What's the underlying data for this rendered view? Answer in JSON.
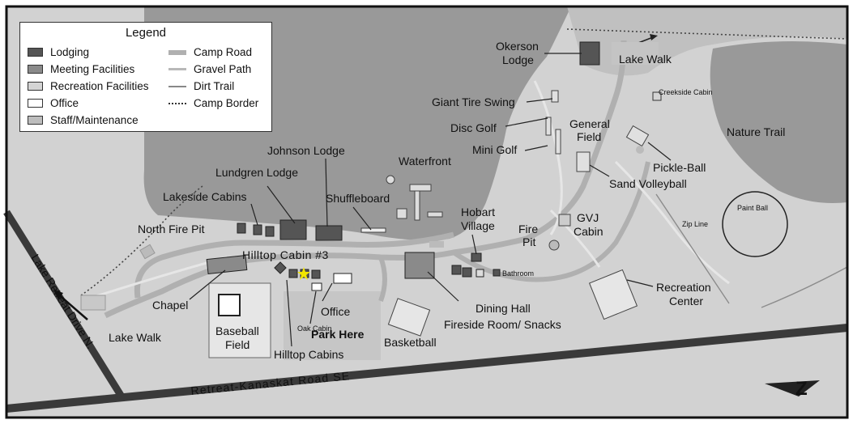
{
  "legend": {
    "title": "Legend",
    "items": [
      {
        "label": "Lodging",
        "color": "#555555"
      },
      {
        "label": "Meeting Facilities",
        "color": "#8a8a8a"
      },
      {
        "label": "Recreation Facilities",
        "color": "#d4d4d4"
      },
      {
        "label": "Office",
        "color": "#ffffff"
      },
      {
        "label": "Staff/Maintenance",
        "color": "#bdbdbd"
      },
      {
        "label": "Camp Road",
        "style": "thick"
      },
      {
        "label": "Gravel Path",
        "style": "medium"
      },
      {
        "label": "Dirt Trail",
        "style": "thin"
      },
      {
        "label": "Camp Border",
        "style": "dotted"
      }
    ]
  },
  "roads": {
    "main": "Retreat-Kanaskat Road SE",
    "side": "Lake Retreat Drive N."
  },
  "labels": {
    "okerson": [
      "Okerson",
      "Lodge"
    ],
    "lake_walk_top": "Lake Walk",
    "creekside": "Creekside Cabin",
    "giant_tire": "Giant Tire Swing",
    "disc_golf": "Disc Golf",
    "mini_golf": "Mini Golf",
    "general_field": [
      "General",
      "Field"
    ],
    "nature_trail": "Nature Trail",
    "pickle_ball": "Pickle-Ball",
    "sand_volleyball": "Sand Volleyball",
    "johnson": "Johnson Lodge",
    "waterfront": "Waterfront",
    "lundgren": "Lundgren Lodge",
    "lakeside": "Lakeside Cabins",
    "shuffleboard": "Shuffleboard",
    "north_fire_pit": "North Fire Pit",
    "hobart": [
      "Hobart",
      "Village"
    ],
    "fire_pit": [
      "Fire",
      "Pit"
    ],
    "gvj": [
      "GVJ",
      "Cabin"
    ],
    "zip_line": "Zip Line",
    "paint_ball": "Paint Ball",
    "hilltop3": "Hilltop Cabin #3",
    "bathroom": "Bathroom",
    "chapel": "Chapel",
    "office": "Office",
    "dining_hall": "Dining Hall",
    "fireside": "Fireside Room/ Snacks",
    "recreation_center": [
      "Recreation",
      "Center"
    ],
    "oak_cabin": "Oak Cabin",
    "park_here": "Park Here",
    "lake_walk_bottom": "Lake Walk",
    "baseball": [
      "Baseball",
      "Field"
    ],
    "hilltop_cabins": "Hilltop Cabins",
    "basketball": "Basketball"
  },
  "colors": {
    "lake": "#999999",
    "land": "#d2d2d2",
    "road": "#3a3a3a",
    "path": "#b8b8b8",
    "highlight": "#f2e600",
    "park_here": "#ff3b1f",
    "lodging": "#555555",
    "meeting": "#8a8a8a",
    "recreation": "#d4d4d4",
    "office": "#ffffff"
  }
}
